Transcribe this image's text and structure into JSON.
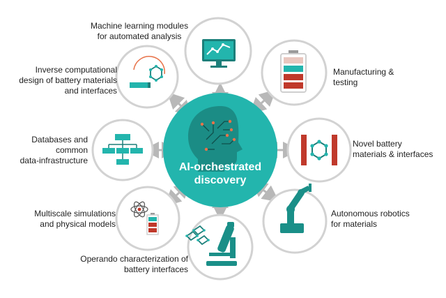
{
  "center": {
    "lines": [
      "AI-orchestrated",
      "discovery"
    ]
  },
  "nodes": {
    "ml": {
      "lines": [
        "Machine learning modules",
        "for automated analysis"
      ],
      "icon": "monitor-chart-icon"
    },
    "manufacturing": {
      "lines": [
        "Manufacturing &",
        "testing"
      ],
      "icon": "battery-icon"
    },
    "materials": {
      "lines": [
        "Novel battery",
        "materials & interfaces"
      ],
      "icon": "molecule-electrodes-icon"
    },
    "robotics": {
      "lines": [
        "Autonomous robotics",
        "for materials"
      ],
      "icon": "robot-arm-icon"
    },
    "operando": {
      "lines": [
        "Operando characterization of",
        "battery interfaces"
      ],
      "icon": "microscope-icon"
    },
    "simulations": {
      "lines": [
        "Multiscale simulations",
        "and physical models"
      ],
      "icon": "atom-battery-icon"
    },
    "databases": {
      "lines": [
        "Databases and",
        "common",
        "data-infrastructure"
      ],
      "icon": "database-tree-icon"
    },
    "inverse": {
      "lines": [
        "Inverse computational",
        "design of battery materials",
        "and interfaces"
      ],
      "icon": "inverse-design-icon"
    }
  },
  "colors": {
    "teal": "#23b5ad",
    "teal_dark": "#1a8f88",
    "red": "#c0392b",
    "orange": "#e8734a",
    "ring": "#d2d2d2",
    "arrow": "#b8b8b8"
  }
}
